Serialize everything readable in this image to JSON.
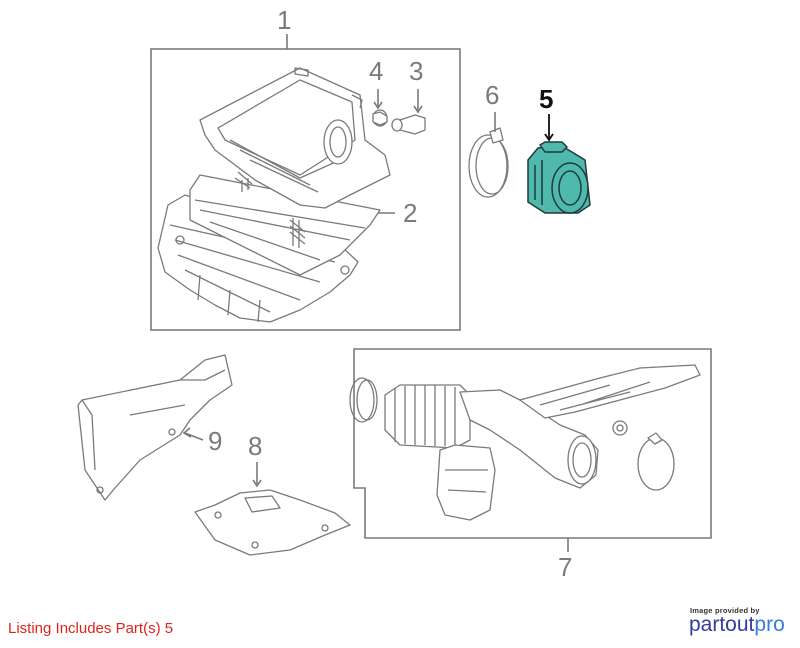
{
  "callouts": [
    "1",
    "2",
    "3",
    "4",
    "5",
    "6",
    "7",
    "8",
    "9"
  ],
  "highlighted_part": "5",
  "highlight_color": "#4fb9ad",
  "listing_text": "Listing Includes Part(s) 5",
  "listing_color": "#e0241b",
  "brand": {
    "provided_by": "Image provided by",
    "name_part1": "partout",
    "name_part2": "pro"
  }
}
